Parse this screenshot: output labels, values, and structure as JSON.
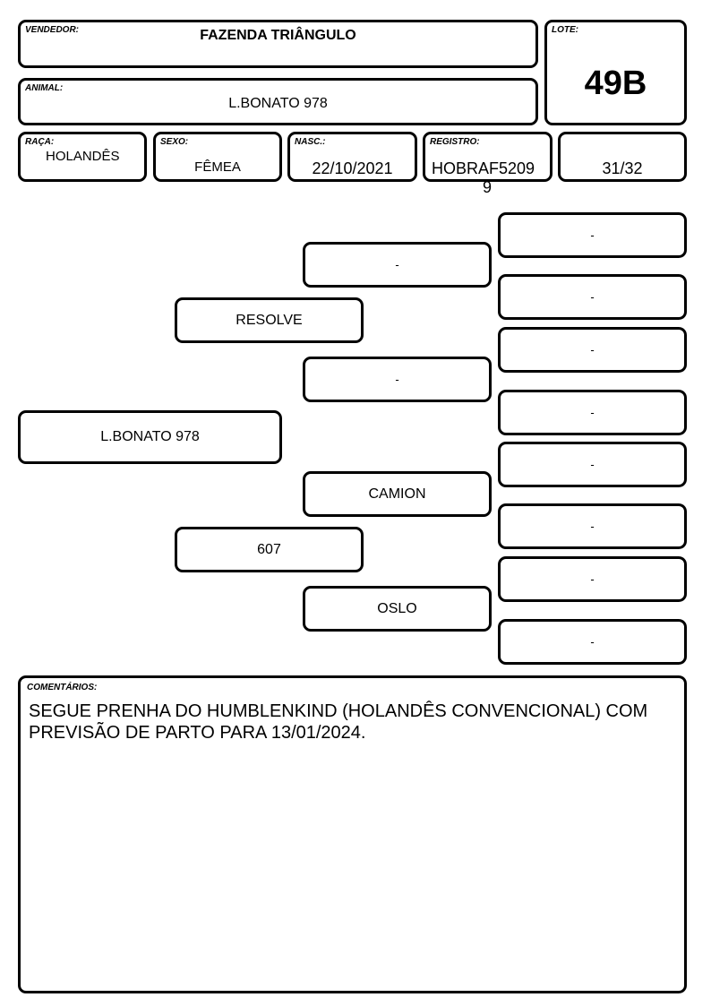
{
  "header": {
    "vendedor_label": "VENDEDOR:",
    "vendedor_value": "FAZENDA TRIÂNGULO",
    "lote_label": "LOTE:",
    "lote_value": "49B",
    "animal_label": "ANIMAL:",
    "animal_value": "L.BONATO 978",
    "raca_label": "RAÇA:",
    "raca_value": "HOLANDÊS",
    "sexo_label": "SEXO:",
    "sexo_value": "FÊMEA",
    "nasc_label": "NASC.:",
    "nasc_value": "22/10/2021",
    "registro_label": "REGISTRO:",
    "registro_value_line1": "HOBRAF5209",
    "registro_value_line2": "9",
    "grau_value": "31/32"
  },
  "pedigree": {
    "animal": "L.BONATO 978",
    "sire": "RESOLVE",
    "dam": "607",
    "sire_sire": "-",
    "sire_dam": "-",
    "dam_sire": "CAMION",
    "dam_dam": "OSLO",
    "great_grandparents": [
      "-",
      "-",
      "-",
      "-",
      "-",
      "-",
      "-",
      "-"
    ]
  },
  "comments": {
    "label": "COMENTÁRIOS:",
    "line1": "SEGUE PRENHA DO HUMBLENKIND (HOLANDÊS CONVENCIONAL) COM",
    "line2": "PREVISÃO DE PARTO PARA 13/01/2024."
  }
}
